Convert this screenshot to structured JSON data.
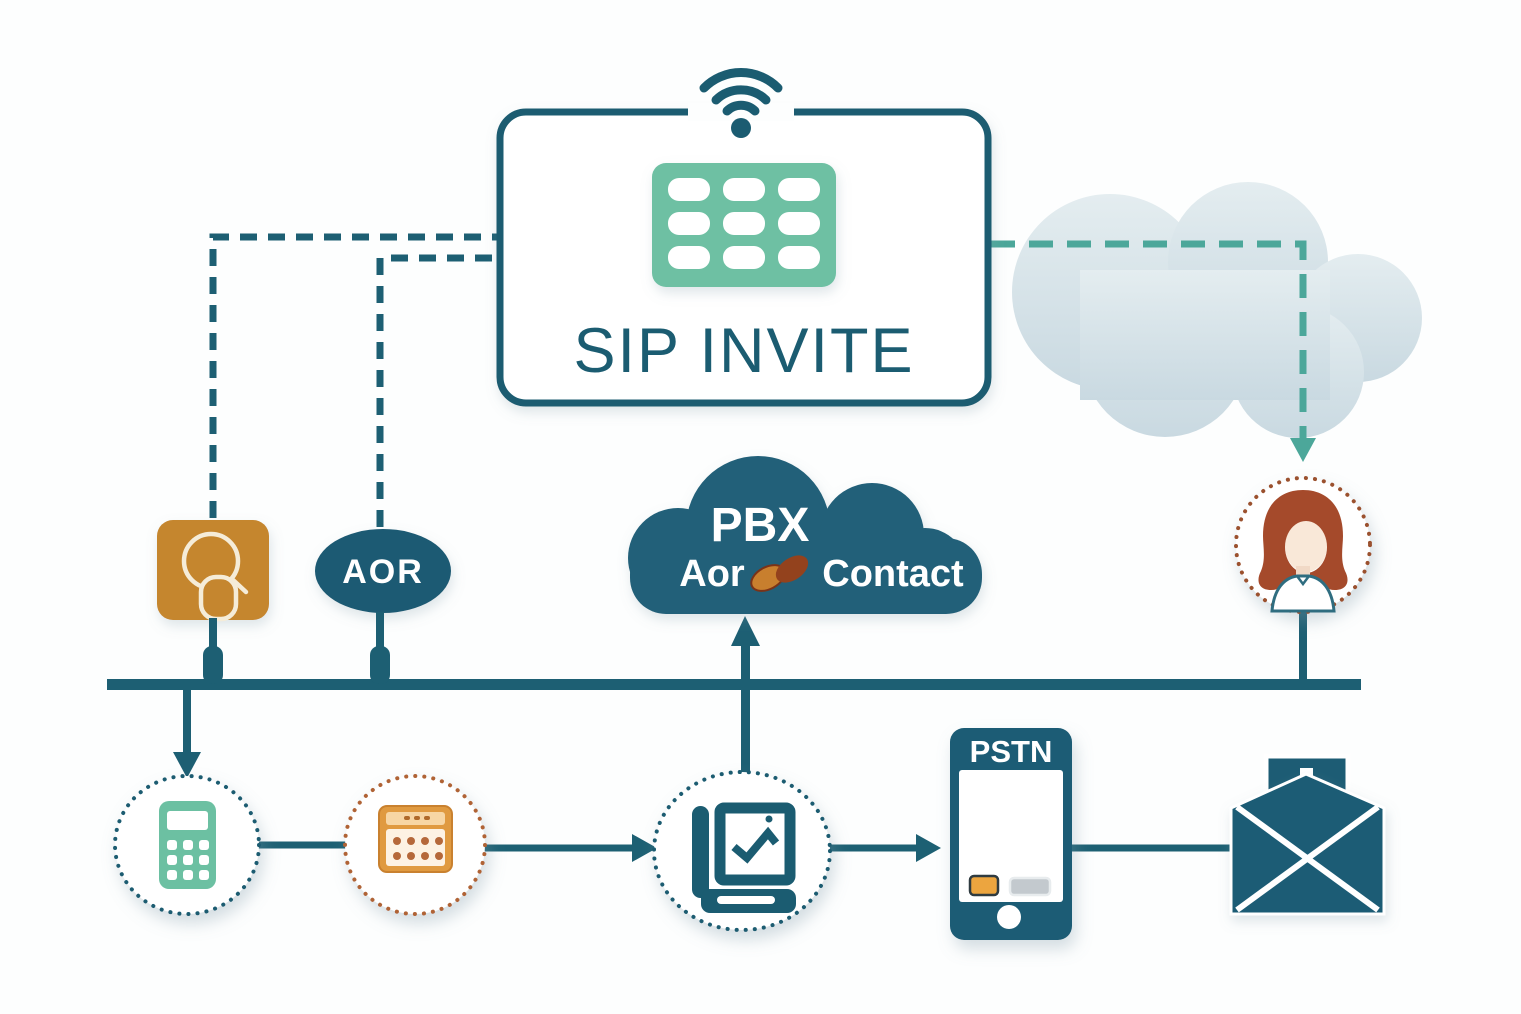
{
  "diagram": {
    "title_box": {
      "label": "SIP INVITE"
    },
    "pbx_cloud": {
      "line1": "PBX",
      "line2_left": "Aor",
      "line2_right": "Contact"
    },
    "aor_node": {
      "label": "AOR"
    },
    "pstn_phone": {
      "label": "PSTN"
    }
  },
  "icons": {
    "top_box": [
      "wifi-icon",
      "keypad-icon"
    ],
    "left_node": "search-contact-icon",
    "pbx_inline": "beans-icon",
    "user_node": "woman-avatar",
    "bottom_row": [
      "calculator-icon",
      "calendar-icon",
      "fax-phone-icon",
      "smartphone-icon",
      "envelope-download-icon"
    ]
  },
  "colors": {
    "line_teal": "#1d5f73",
    "box_border_teal": "#1b5c71",
    "pbx_cloud_teal": "#216179",
    "aor_ellipse_teal": "#1d5a73",
    "keypad_green": "#6ec0a3",
    "dashed_arrow_teal": "#4ca79a",
    "search_box_orange": "#c5862f",
    "calendar_orange": "#e09a40",
    "rust_dotted": "#b06336",
    "avatar_dotted_rust": "#9b512f",
    "device_teal": "#1d5c74",
    "hair_auburn": "#a54a2b",
    "background_cloud_gray": "#d7e2e8"
  }
}
